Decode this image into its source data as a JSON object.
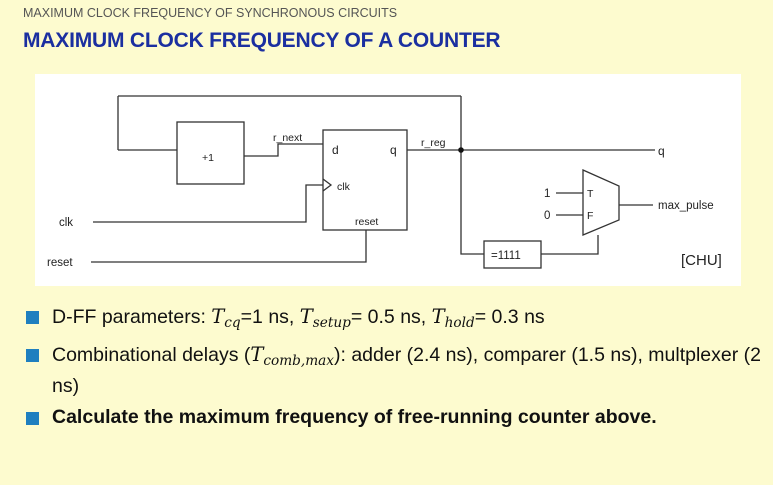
{
  "header": {
    "section": "MAXIMUM CLOCK FREQUENCY OF SYNCHRONOUS CIRCUITS",
    "title": "MAXIMUM CLOCK FREQUENCY OF A COUNTER"
  },
  "diagram": {
    "inc_block": "+1",
    "r_next": "r_next",
    "d": "d",
    "q_port": "q",
    "clk_port": "clk",
    "reset_port": "reset",
    "r_reg": "r_reg",
    "q_out": "q",
    "clk_in": "clk",
    "reset_in": "reset",
    "one": "1",
    "zero": "0",
    "mux_t": "T",
    "mux_f": "F",
    "max_pulse": "max_pulse",
    "comparator": "=1111",
    "citation": "[CHU]"
  },
  "bullets": {
    "b1": {
      "prefix": "D-FF parameters: ",
      "tcq": "T",
      "tcq_sub": "cq",
      "tcq_val": "=1 ns, ",
      "tsetup": "T",
      "tsetup_sub": "setup",
      "tsetup_val": "= 0.5 ns, ",
      "thold": "T",
      "thold_sub": "hold",
      "thold_val": "= 0.3 ns"
    },
    "b2": {
      "prefix": "Combinational delays (",
      "tcomb": "T",
      "tcomb_sub": "comb,max",
      "suffix": "): adder (2.4 ns), comparer (1.5 ns), multplexer (2 ns)"
    },
    "b3": {
      "text": "Calculate the maximum frequency of free-running counter above."
    }
  }
}
